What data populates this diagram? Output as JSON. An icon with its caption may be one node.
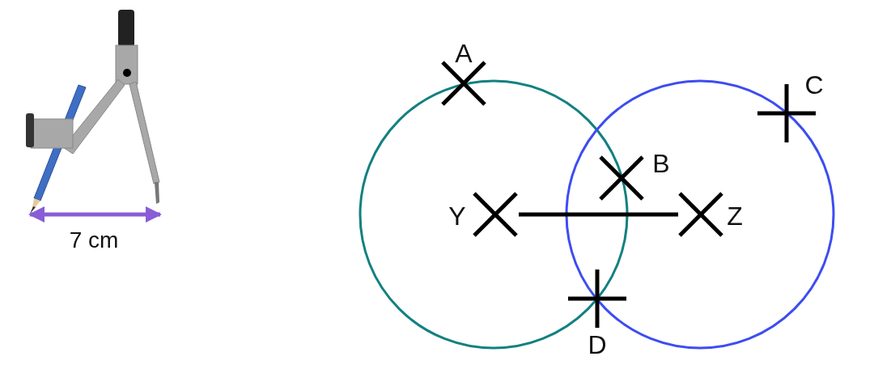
{
  "diagram": {
    "nodes": [
      {
        "text": [
          "Y"
        ]
      },
      {
        "text": [
          "Z"
        ]
      }
    ],
    "edges": [
      {
        "from": 0,
        "to": 1,
        "arrow": "none"
      }
    ],
    "labels": [
      "7 cm",
      "A",
      "C",
      "B",
      "D"
    ]
  }
}
